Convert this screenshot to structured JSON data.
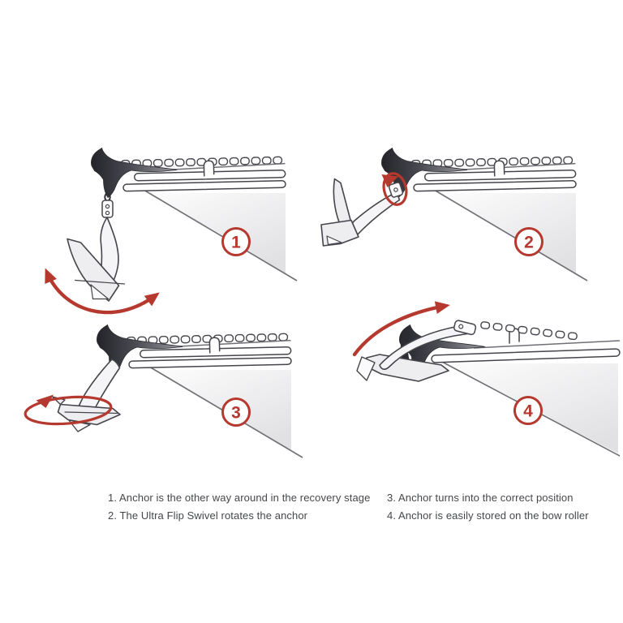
{
  "figure": {
    "type": "instructional-diagram",
    "subject": "Anchor flip swivel recovery sequence on a bow roller"
  },
  "steps": [
    {
      "number": "1",
      "caption": "1. Anchor is the other way around in the recovery stage",
      "annotation_icon": "swing-double-arrow"
    },
    {
      "number": "2",
      "caption": "2. The Ultra Flip Swivel rotates the anchor",
      "annotation_icon": "rotation-ellipse-arrow"
    },
    {
      "number": "3",
      "caption": "3. Anchor turns into the correct position",
      "annotation_icon": "rotation-ellipse-arrow"
    },
    {
      "number": "4",
      "caption": "4. Anchor is easily stored on the bow roller",
      "annotation_icon": "curved-up-arrow"
    }
  ],
  "colors": {
    "accent_red": "#b5392e",
    "outline_gray": "#45454c",
    "hull_shade": "#e1e1e4",
    "swoosh_dark": "#232329",
    "caption_text": "#45474b",
    "background": "#ffffff"
  }
}
